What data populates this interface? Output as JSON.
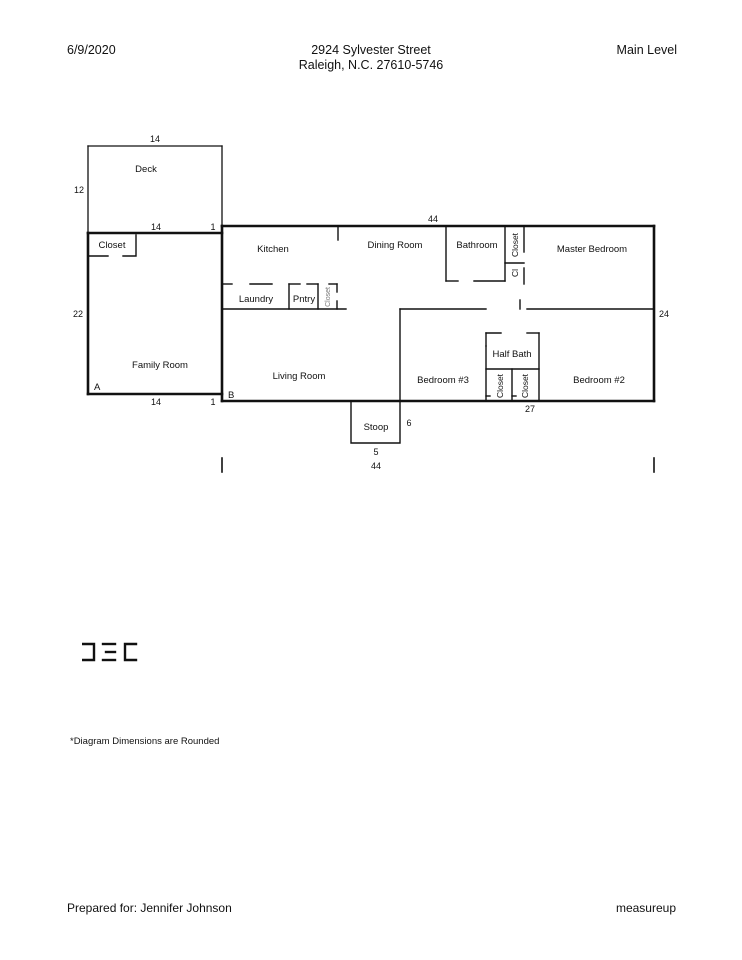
{
  "header": {
    "date": "6/9/2020",
    "address_line1": "2924 Sylvester Street",
    "address_line2": "Raleigh, N.C. 27610-5746",
    "level": "Main Level"
  },
  "rooms": {
    "deck": "Deck",
    "closet_family": "Closet",
    "kitchen": "Kitchen",
    "dining_room": "Dining Room",
    "bathroom": "Bathroom",
    "closet_bathroom": "Closet",
    "cl": "Cl",
    "master_bedroom": "Master Bedroom",
    "laundry": "Laundry",
    "pantry": "Pntry",
    "closet_pantry": "Closet",
    "family_room": "Family Room",
    "living_room": "Living Room",
    "bedroom3": "Bedroom #3",
    "half_bath": "Half Bath",
    "closet_bed3": "Closet",
    "closet_bed2": "Closet",
    "bedroom2": "Bedroom #2",
    "stoop": "Stoop"
  },
  "dimensions": {
    "deck_top": "14",
    "deck_side": "12",
    "family_top": "14",
    "step_top": "1",
    "house_top": "44",
    "family_side": "22",
    "house_right": "24",
    "family_bottom": "14",
    "step_bottom": "1",
    "house_bottom_right": "27",
    "stoop_side": "6",
    "stoop_bottom": "5",
    "overall": "44"
  },
  "markers": {
    "a": "A",
    "b": "B"
  },
  "footer": {
    "note": "*Diagram Dimensions are Rounded",
    "prepared_for": "Prepared for: Jennifer Johnson",
    "brand": "measureup"
  }
}
